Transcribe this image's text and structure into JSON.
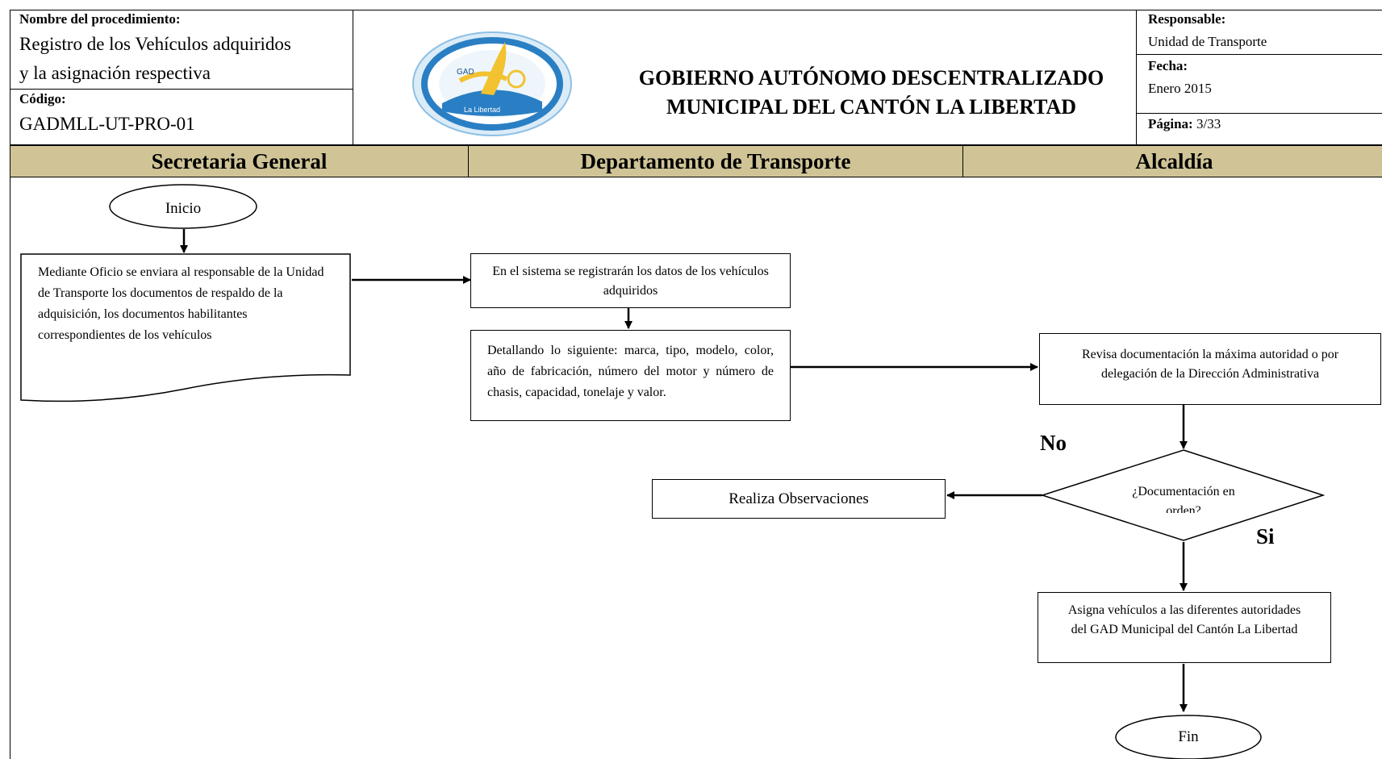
{
  "header": {
    "proc_label": "Nombre del procedimiento:",
    "proc_name_line1": "Registro de los Vehículos adquiridos",
    "proc_name_line2": "y la asignación respectiva",
    "code_label": "Código:",
    "code_value": "GADMLL-UT-PRO-01",
    "logo_top": "GAD",
    "logo_bottom": "La Libertad",
    "org_line1": "GOBIERNO AUTÓNOMO DESCENTRALIZADO",
    "org_line2": "MUNICIPAL DEL CANTÓN LA LIBERTAD",
    "resp_label": "Responsable:",
    "resp_value": "Unidad de Transporte",
    "date_label": "Fecha:",
    "date_value": "Enero 2015",
    "page_label": "Página:",
    "page_value": "3/33"
  },
  "lanes": [
    "Secretaria General",
    "Departamento de Transporte",
    "Alcaldía"
  ],
  "flow": {
    "start": "Inicio",
    "doc": "Mediante Oficio se enviara al responsable de la Unidad de Transporte los documentos de respaldo  de la adquisición, los documentos habilitantes correspondientes de los vehículos",
    "register": "En el sistema se registrarán los datos de los vehículos adquiridos",
    "detail": "Detallando lo siguiente: marca, tipo, modelo, color, año de fabricación, número del motor y número de chasis, capacidad, tonelaje y valor.",
    "review": "Revisa documentación la máxima autoridad o por delegación de la Dirección Administrativa",
    "decision": "¿Documentación en orden?",
    "no_label": "No",
    "si_label": "Si",
    "observations": "Realiza Observaciones",
    "assign": "Asigna vehículos a las diferentes autoridades del GAD Municipal del Cantón La Libertad",
    "end": "Fin"
  },
  "colors": {
    "lane_header": "#d0c497",
    "logo_blue": "#2a7fc4",
    "logo_yellow": "#f2c230"
  }
}
